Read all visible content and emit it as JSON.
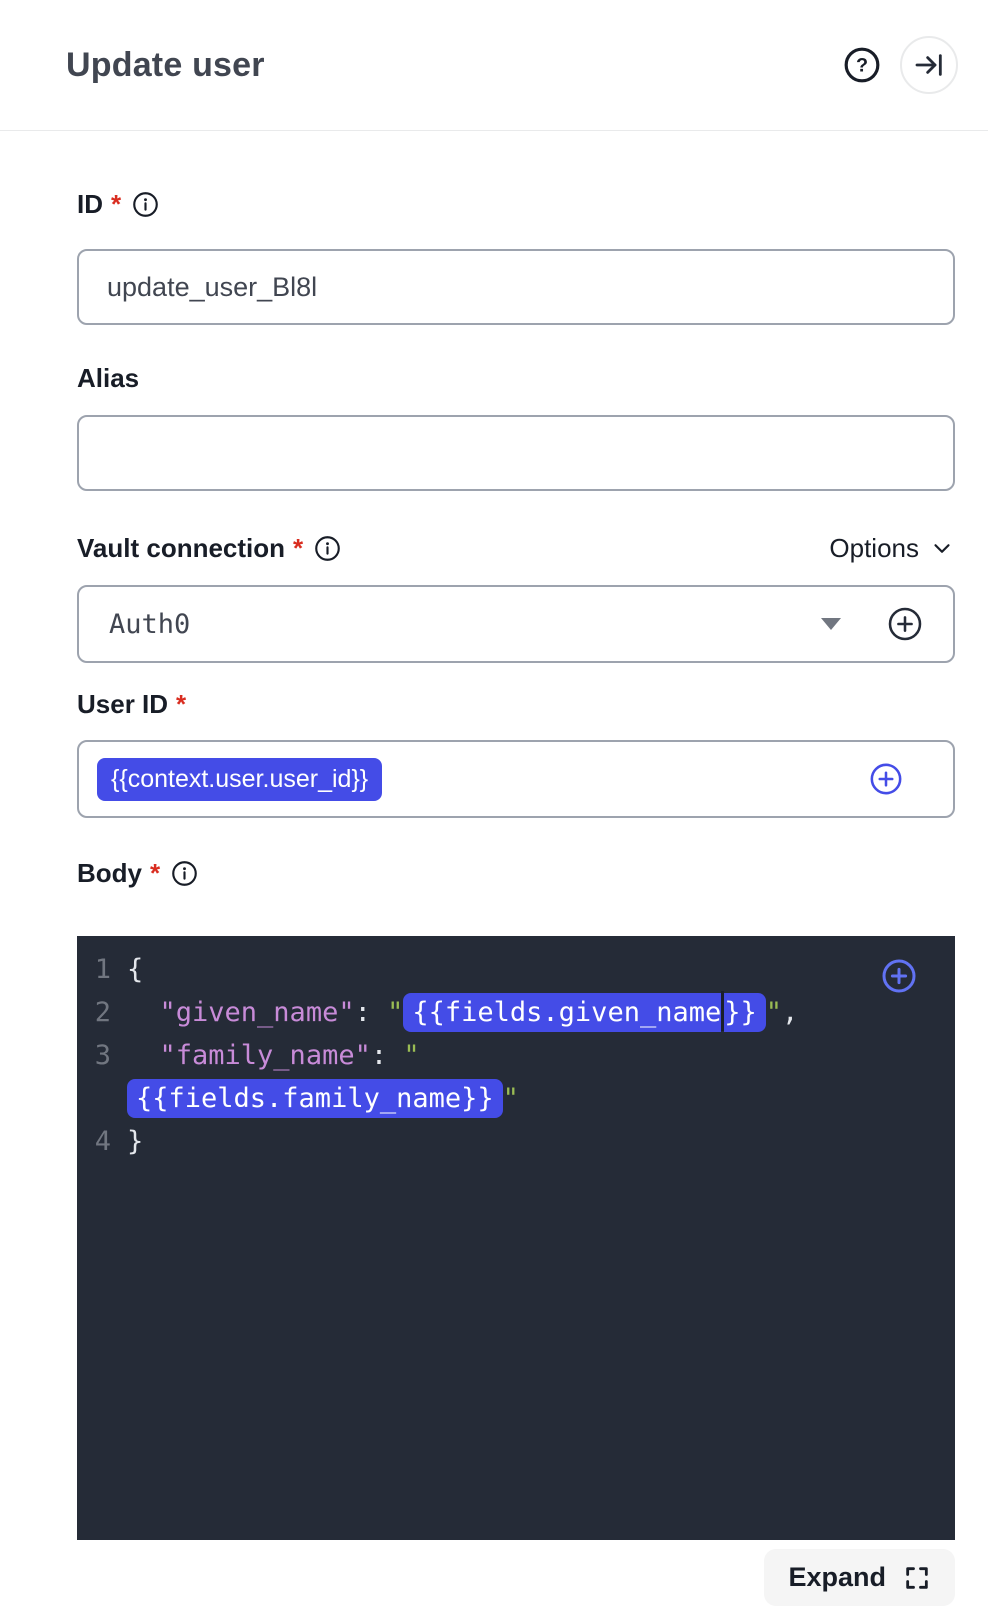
{
  "header": {
    "title": "Update user"
  },
  "icons": {
    "help_glyph": "?",
    "help": "question-mark-circle",
    "collapse": "arrow-right-to-bar",
    "info": "info-circle",
    "select_caret": "triangle-down",
    "add": "plus-circle",
    "options_chevron": "chevron-down",
    "expand": "expand-corners"
  },
  "fields": {
    "id": {
      "label": "ID",
      "required": "*",
      "value": "update_user_Bl8l"
    },
    "alias": {
      "label": "Alias",
      "value": ""
    },
    "vault_connection": {
      "label": "Vault connection",
      "required": "*",
      "options_label": "Options",
      "value": "Auth0"
    },
    "user_id": {
      "label": "User ID",
      "required": "*",
      "token": "{{context.user.user_id}}"
    },
    "body": {
      "label": "Body",
      "required": "*"
    }
  },
  "editor": {
    "lines": [
      {
        "num": "1",
        "segments": [
          {
            "text": "{",
            "type": "plain"
          }
        ]
      },
      {
        "num": "2",
        "segments": [
          {
            "text": "  ",
            "type": "plain"
          },
          {
            "text": "\"given_name\"",
            "type": "key"
          },
          {
            "text": ": ",
            "type": "plain"
          },
          {
            "text": "\"",
            "type": "quote"
          },
          {
            "text": "{{fields.given_name",
            "type": "token-l"
          },
          {
            "text": "",
            "type": "caret"
          },
          {
            "text": "}}",
            "type": "token-r"
          },
          {
            "text": "\"",
            "type": "quote"
          },
          {
            "text": ",",
            "type": "plain"
          }
        ]
      },
      {
        "num": "3",
        "segments": [
          {
            "text": "  ",
            "type": "plain"
          },
          {
            "text": "\"family_name\"",
            "type": "key"
          },
          {
            "text": ": ",
            "type": "plain"
          },
          {
            "text": "\"",
            "type": "quote"
          }
        ]
      },
      {
        "num": "",
        "segments": [
          {
            "text": "{{fields.family_name}}",
            "type": "token"
          },
          {
            "text": "\"",
            "type": "quote"
          }
        ]
      },
      {
        "num": "4",
        "segments": [
          {
            "text": "}",
            "type": "plain"
          }
        ]
      }
    ]
  },
  "footer": {
    "expand_label": "Expand"
  },
  "colors": {
    "accent_indigo": "#444ce7",
    "editor_background": "#252b37",
    "editor_key_pink": "#c88bd8",
    "editor_quote_green": "#9abc54",
    "editor_line_number": "#717680",
    "required_red": "#d92d20",
    "editor_plus_blue": "#6172f3",
    "input_border": "#9da3ae"
  }
}
